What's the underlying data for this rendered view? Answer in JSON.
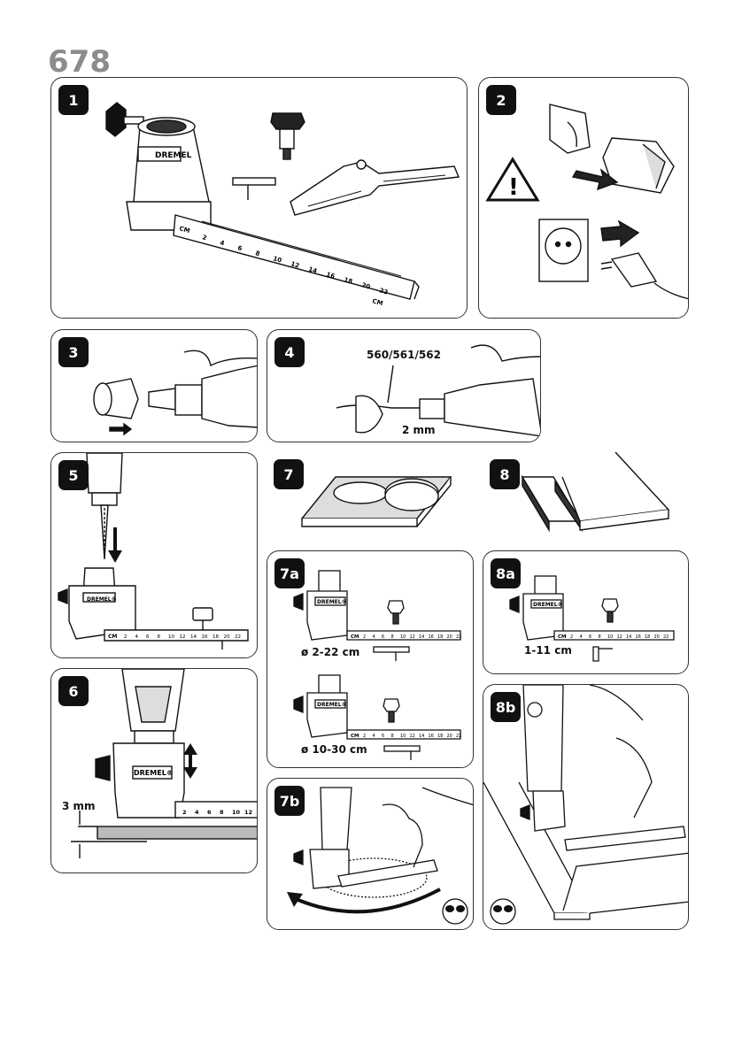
{
  "page": {
    "model_number": "678"
  },
  "brand": "DREMEL",
  "brand_mark": "DREMEL®",
  "units": "CM",
  "ruler_full": [
    "2",
    "4",
    "6",
    "8",
    "10",
    "12",
    "14",
    "16",
    "18",
    "20",
    "22"
  ],
  "ruler_short": [
    "2",
    "4",
    "6",
    "8",
    "10",
    "12"
  ],
  "steps": {
    "s1": {
      "number": "1"
    },
    "s2": {
      "number": "2"
    },
    "s3": {
      "number": "3"
    },
    "s4": {
      "number": "4",
      "part_numbers": "560/561/562",
      "measurement": "2 mm"
    },
    "s5": {
      "number": "5"
    },
    "s6": {
      "number": "6",
      "depth": "3 mm"
    },
    "s7": {
      "number": "7"
    },
    "s7a": {
      "number": "7a",
      "range_small": "ø 2-22 cm",
      "range_large": "ø 10-30 cm"
    },
    "s7b": {
      "number": "7b"
    },
    "s8": {
      "number": "8"
    },
    "s8a": {
      "number": "8a",
      "range": "1-11 cm"
    },
    "s8b": {
      "number": "8b"
    }
  },
  "icons": [
    "warning-icon",
    "unplug-icon",
    "safety-goggles-icon",
    "rotation-arrow-icon",
    "down-arrow-icon",
    "up-down-arrow-icon"
  ]
}
